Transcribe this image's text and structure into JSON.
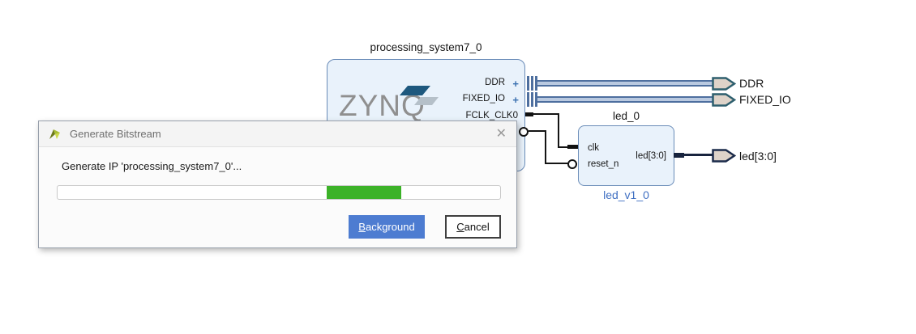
{
  "diagram": {
    "zynq": {
      "title": "processing_system7_0",
      "logo": "ZYNQ",
      "plus": "+",
      "ports": [
        {
          "name": "DDR"
        },
        {
          "name": "FIXED_IO"
        },
        {
          "name": "FCLK_CLK0"
        }
      ]
    },
    "led": {
      "title": "led_0",
      "type": "led_v1_0",
      "in1": "clk",
      "in2": "reset_n",
      "out1": "led[3:0]"
    },
    "ext": {
      "ddr": "DDR",
      "fixed_io": "FIXED_IO",
      "led": "led[3:0]"
    }
  },
  "dialog": {
    "title": "Generate Bitstream",
    "close": "✕",
    "message": "Generate IP 'processing_system7_0'...",
    "progress": {
      "start_pct": 60.8,
      "width_pct": 16.8,
      "color": "#3cb228"
    },
    "background_btn": "Background",
    "cancel_btn": "Cancel"
  },
  "colors": {
    "block_fill": "#e9f2fb",
    "block_border": "#6a8cb8",
    "bus_blue": "#4e6f9f",
    "accent_blue": "#4d7cd1",
    "progress_green": "#3cb228",
    "port_fill": "#ded3c9",
    "interface_port_border": "#2e5f6e",
    "data_port_border": "#1b2b4a"
  }
}
